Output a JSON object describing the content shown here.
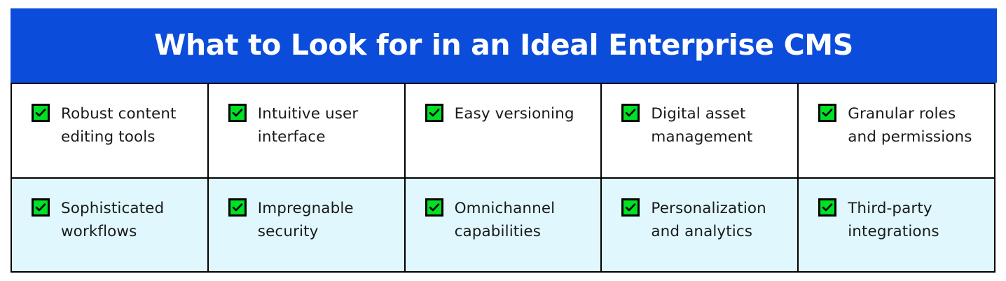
{
  "header": {
    "title": "What to Look for in an Ideal Enterprise CMS",
    "background_color": "#0B4CDB",
    "text_color": "#FFFFFF"
  },
  "theme": {
    "banner_blue": "#0B4CDB",
    "row_alt_cyan": "#E0F8FD",
    "row_base_white": "#FFFFFF",
    "checkbox_green": "#00E024",
    "border_black": "#000000",
    "label_color": "#1A1A1A"
  },
  "grid": {
    "columns": 5,
    "rows": [
      {
        "background_color": "#FFFFFF",
        "cells": [
          {
            "icon": "checkbox-checked-icon",
            "label": "Robust content editing tools"
          },
          {
            "icon": "checkbox-checked-icon",
            "label": "Intuitive user interface"
          },
          {
            "icon": "checkbox-checked-icon",
            "label": "Easy versioning"
          },
          {
            "icon": "checkbox-checked-icon",
            "label": "Digital asset management"
          },
          {
            "icon": "checkbox-checked-icon",
            "label": "Granular roles and permissions"
          }
        ]
      },
      {
        "background_color": "#E0F8FD",
        "cells": [
          {
            "icon": "checkbox-checked-icon",
            "label": "Sophisticated workflows"
          },
          {
            "icon": "checkbox-checked-icon",
            "label": "Impregnable security"
          },
          {
            "icon": "checkbox-checked-icon",
            "label": "Omnichannel capabilities"
          },
          {
            "icon": "checkbox-checked-icon",
            "label": "Personalization and analytics"
          },
          {
            "icon": "checkbox-checked-icon",
            "label": "Third-party integrations"
          }
        ]
      }
    ]
  }
}
